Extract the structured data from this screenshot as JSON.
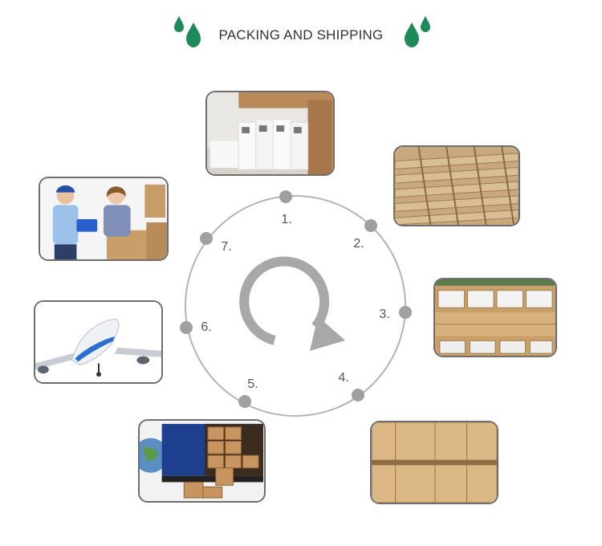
{
  "header": {
    "title": "PACKING AND SHIPPING",
    "accent_color": "#1e8a5a",
    "left_icon": "water-drops-icon",
    "right_icon": "water-drops-icon"
  },
  "cycle": {
    "center_icon": "cycle-arrow-icon",
    "ring_color": "#b4b4b4",
    "node_color": "#a0a0a0",
    "steps": [
      {
        "label": "1."
      },
      {
        "label": "2."
      },
      {
        "label": "3."
      },
      {
        "label": "4."
      },
      {
        "label": "5."
      },
      {
        "label": "6."
      },
      {
        "label": "7."
      }
    ]
  },
  "photos": [
    {
      "name": "photo-packed-product-boxes"
    },
    {
      "name": "photo-carton-dividers"
    },
    {
      "name": "photo-packed-cartons"
    },
    {
      "name": "photo-stacked-cartons"
    },
    {
      "name": "photo-delivery-truck"
    },
    {
      "name": "photo-cargo-airplane"
    },
    {
      "name": "photo-shipping-agents"
    }
  ]
}
